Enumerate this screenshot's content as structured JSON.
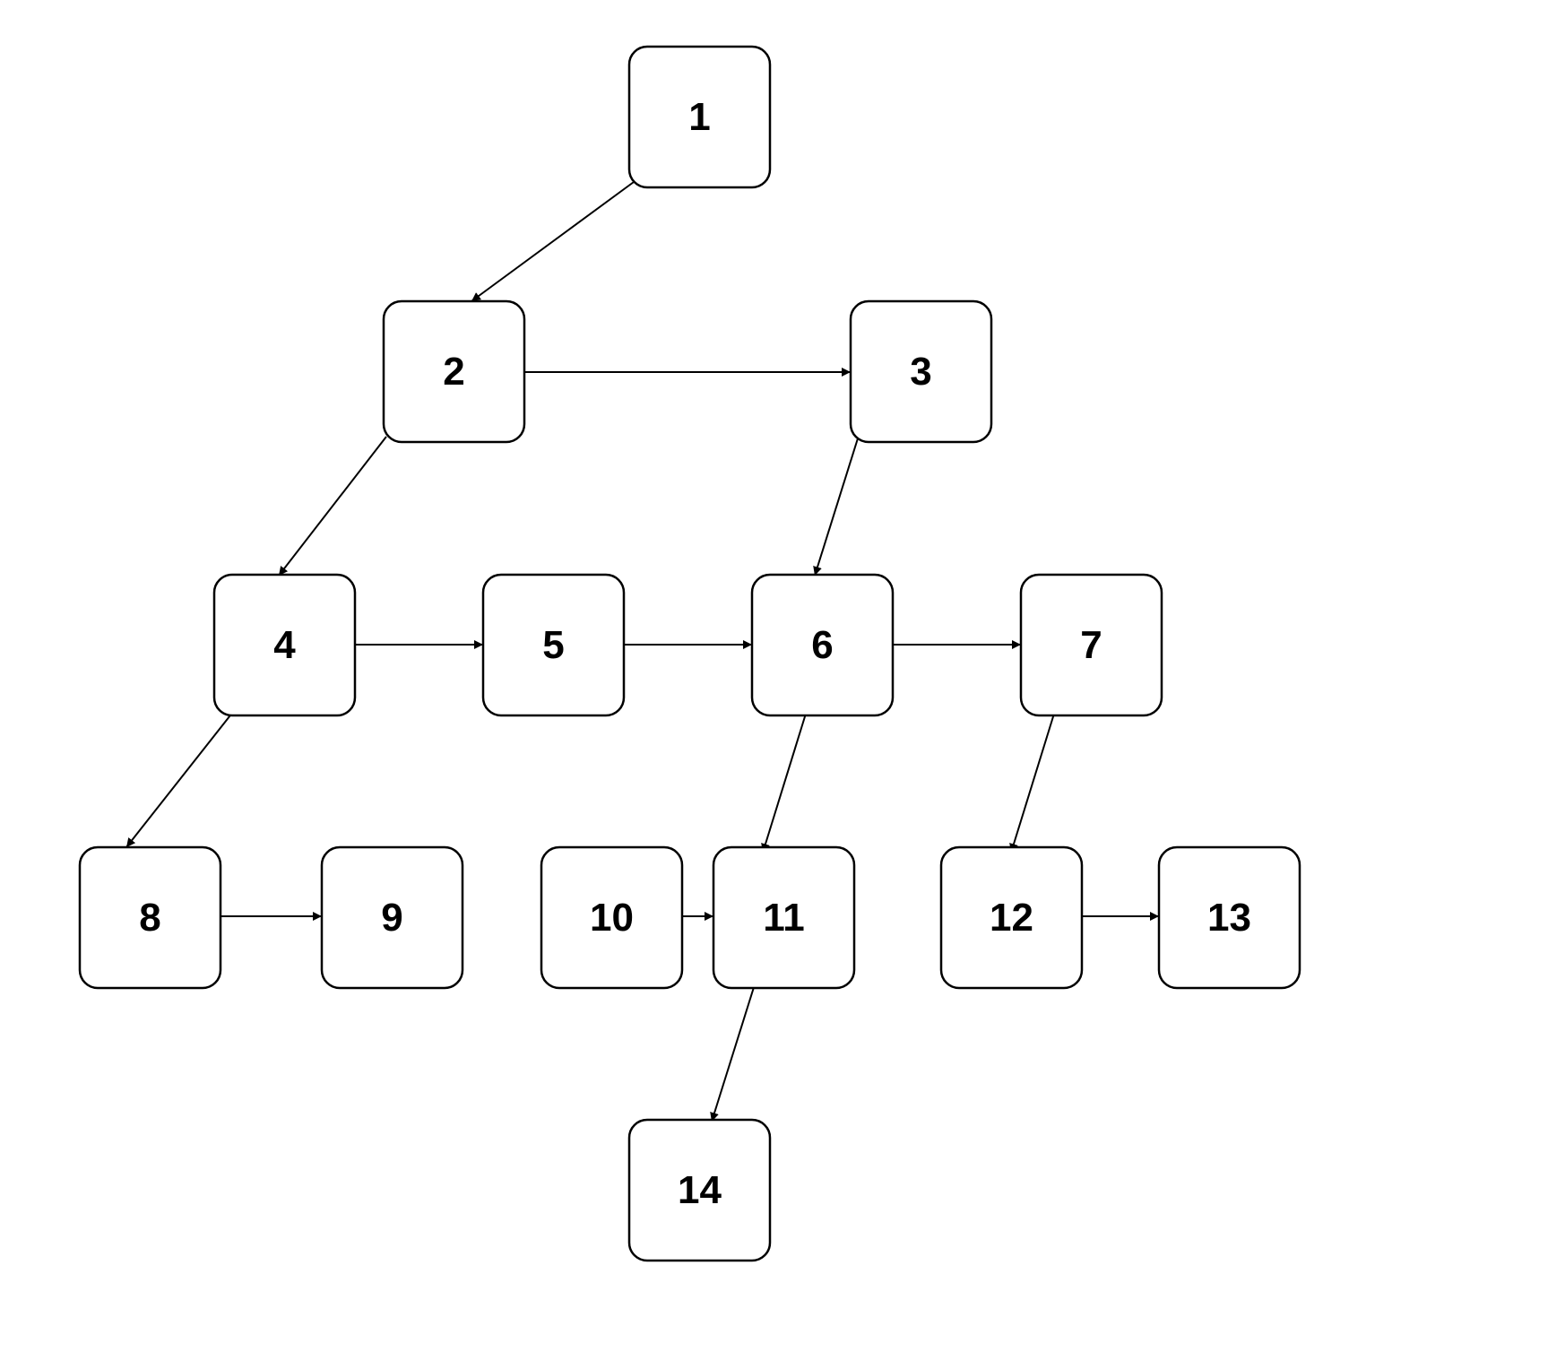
{
  "colors": {
    "node_stroke": "#000000",
    "node_fill": "#ffffff",
    "edge": "#000000",
    "background": "#ffffff"
  },
  "nodes": [
    {
      "id": "1",
      "label": "1"
    },
    {
      "id": "2",
      "label": "2"
    },
    {
      "id": "3",
      "label": "3"
    },
    {
      "id": "4",
      "label": "4"
    },
    {
      "id": "5",
      "label": "5"
    },
    {
      "id": "6",
      "label": "6"
    },
    {
      "id": "7",
      "label": "7"
    },
    {
      "id": "8",
      "label": "8"
    },
    {
      "id": "9",
      "label": "9"
    },
    {
      "id": "10",
      "label": "10"
    },
    {
      "id": "11",
      "label": "11"
    },
    {
      "id": "12",
      "label": "12"
    },
    {
      "id": "13",
      "label": "13"
    },
    {
      "id": "14",
      "label": "14"
    }
  ],
  "edges": [
    {
      "from": "1",
      "to": "2"
    },
    {
      "from": "2",
      "to": "3"
    },
    {
      "from": "2",
      "to": "4"
    },
    {
      "from": "3",
      "to": "6"
    },
    {
      "from": "4",
      "to": "5"
    },
    {
      "from": "5",
      "to": "6"
    },
    {
      "from": "6",
      "to": "7"
    },
    {
      "from": "4",
      "to": "8"
    },
    {
      "from": "6",
      "to": "11"
    },
    {
      "from": "7",
      "to": "12"
    },
    {
      "from": "8",
      "to": "9"
    },
    {
      "from": "10",
      "to": "11"
    },
    {
      "from": "12",
      "to": "13"
    },
    {
      "from": "11",
      "to": "14"
    }
  ]
}
